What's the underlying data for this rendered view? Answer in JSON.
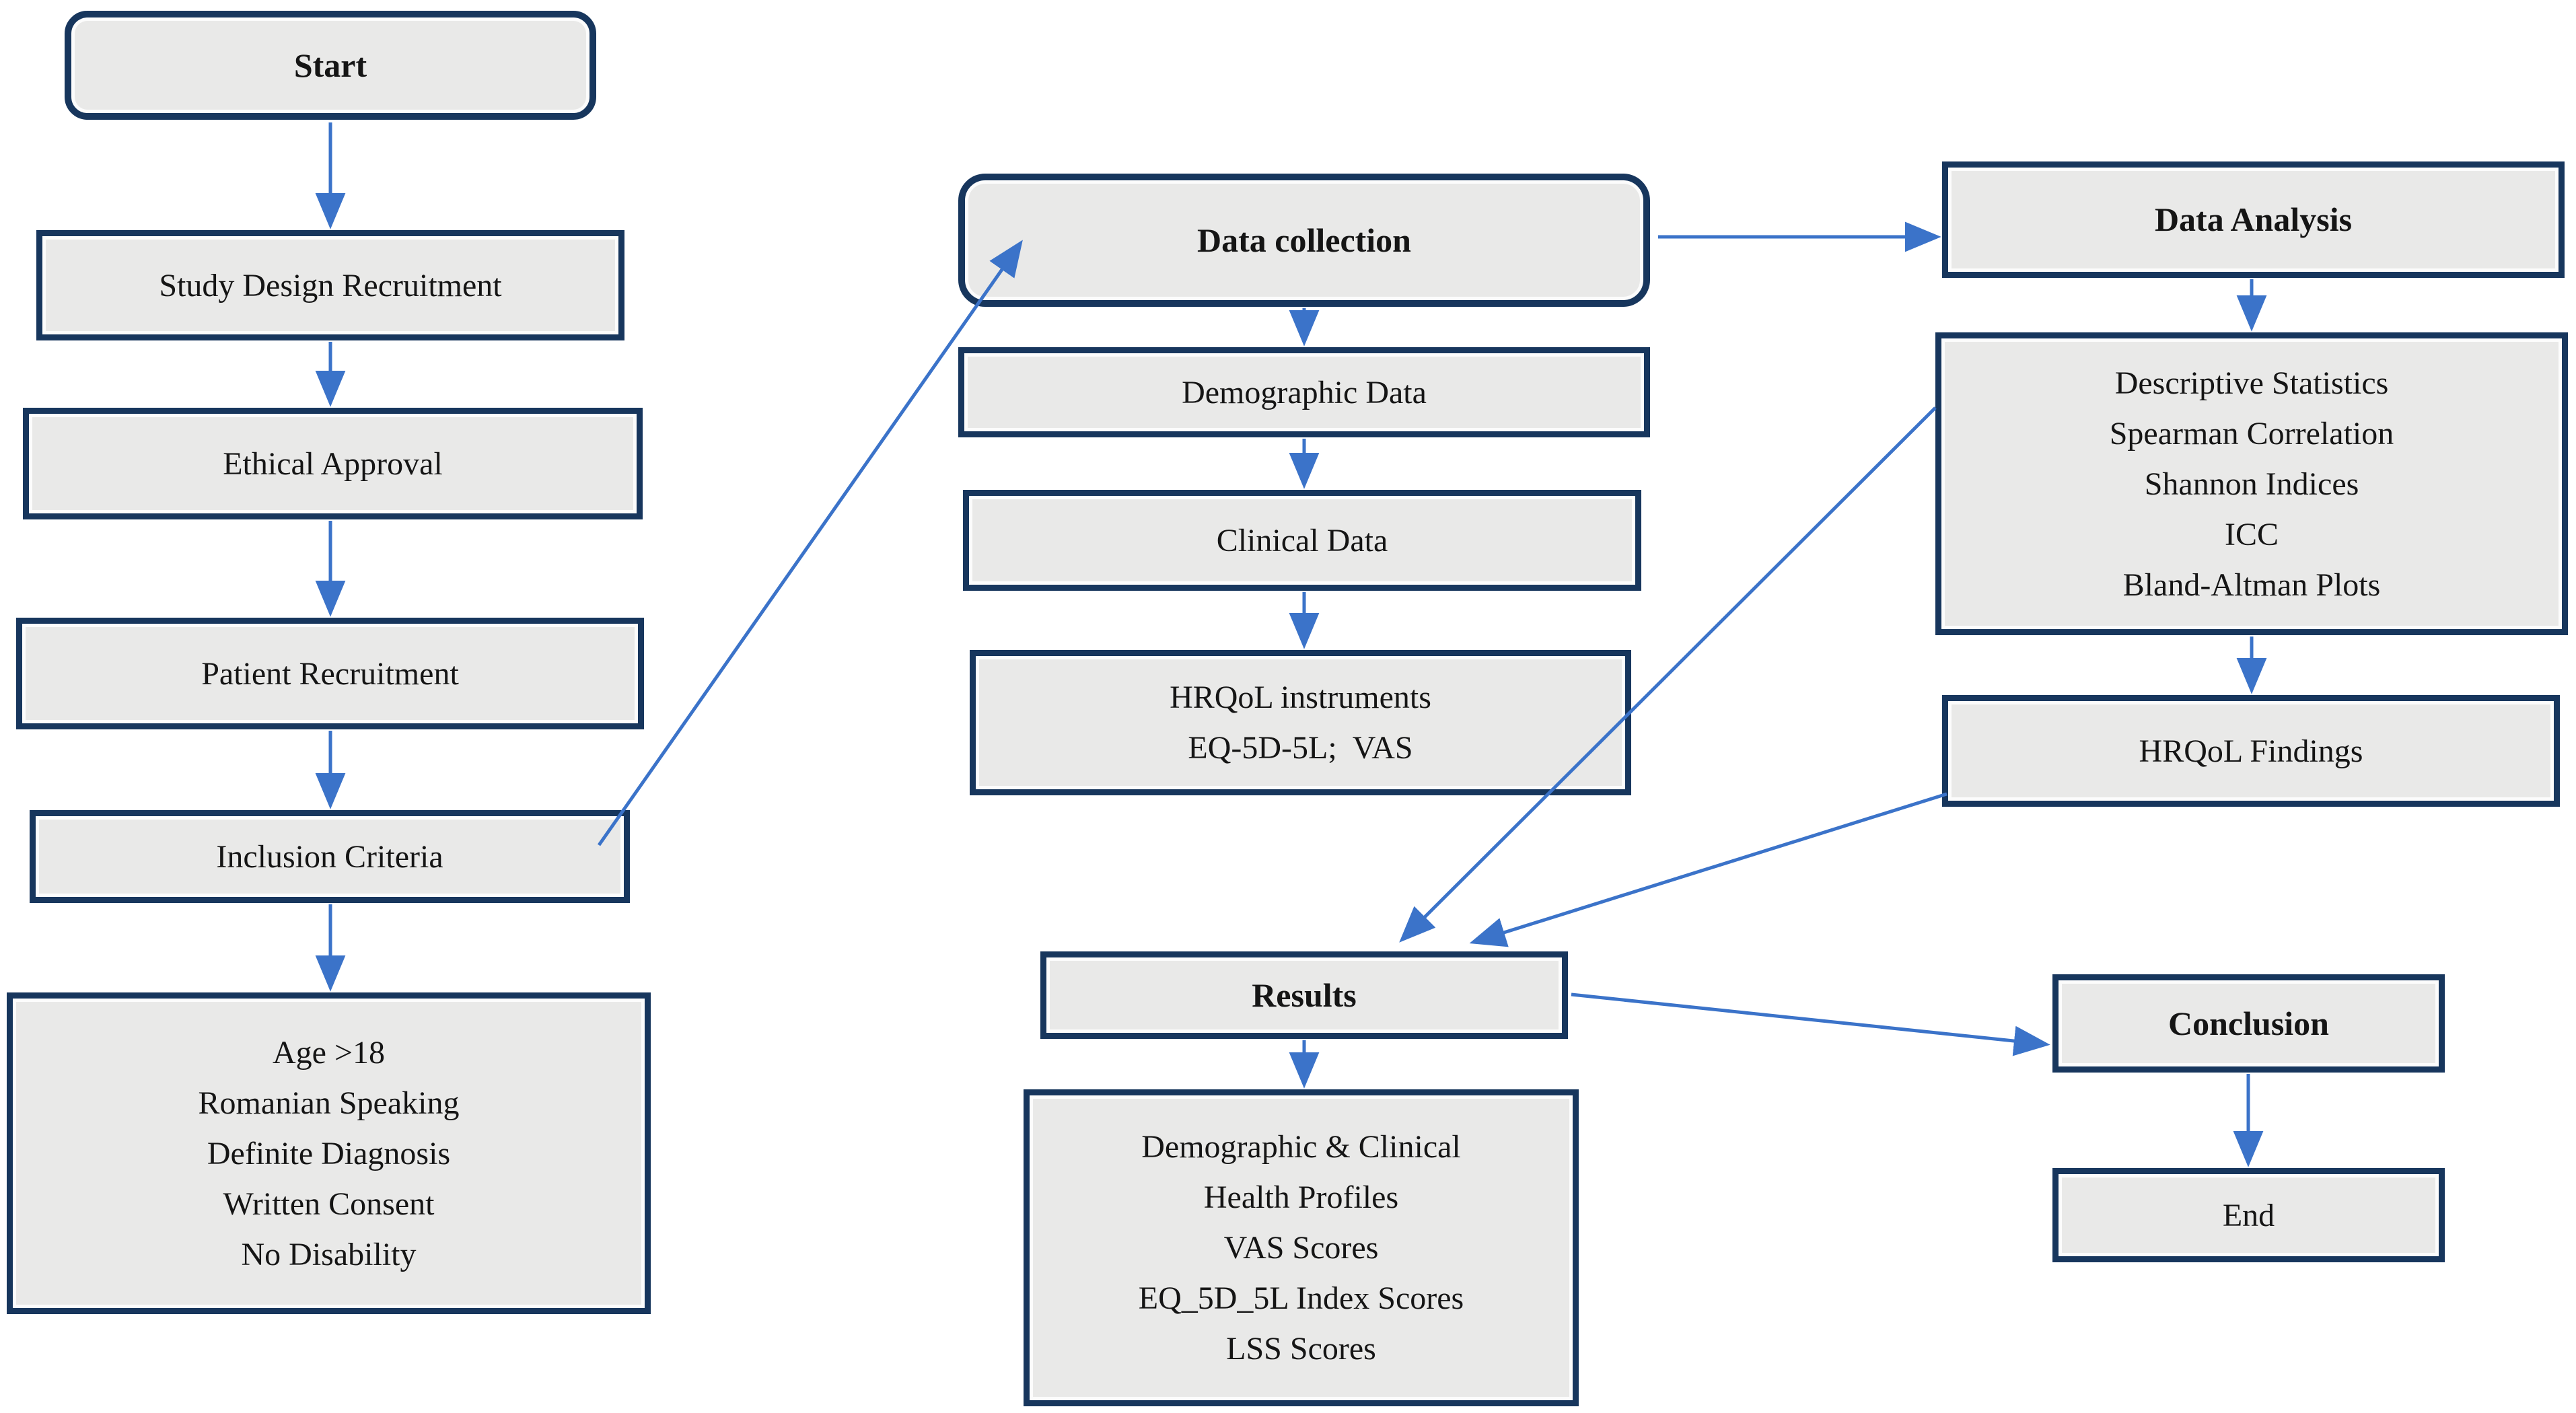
{
  "figure": {
    "type": "flowchart",
    "colors": {
      "box_fill": "#e9e9e8",
      "box_border": "#17365d",
      "arrow": "#3b73c9",
      "text": "#151515",
      "background": "#ffffff"
    }
  },
  "diagram": {
    "nodes": {
      "start": {
        "label": "Start"
      },
      "study_design": {
        "label": "Study Design Recruitment"
      },
      "ethical_approval": {
        "label": "Ethical Approval"
      },
      "patient_recruitment": {
        "label": "Patient Recruitment"
      },
      "inclusion_criteria": {
        "label": "Inclusion Criteria"
      },
      "inclusion_list": {
        "lines": [
          "Age >18",
          "Romanian Speaking",
          "Definite Diagnosis",
          "Written Consent",
          "No Disability"
        ]
      },
      "data_collection": {
        "label": "Data collection"
      },
      "demographic_data": {
        "label": "Demographic Data"
      },
      "clinical_data": {
        "label": "Clinical Data"
      },
      "hrqol_instruments": {
        "lines": [
          "HRQoL instruments",
          "EQ-5D-5L;  VAS"
        ]
      },
      "results": {
        "label": "Results"
      },
      "results_detail": {
        "lines": [
          "Demographic & Clinical",
          "Health Profiles",
          "VAS Scores",
          "EQ_5D_5L Index Scores",
          "LSS Scores"
        ]
      },
      "data_analysis": {
        "label": "Data Analysis"
      },
      "analysis_methods": {
        "lines": [
          "Descriptive Statistics",
          "Spearman Correlation",
          "Shannon Indices",
          "ICC",
          "Bland-Altman Plots"
        ]
      },
      "hrqol_findings": {
        "label": "HRQoL Findings"
      },
      "conclusion": {
        "label": "Conclusion"
      },
      "end": {
        "label": "End"
      }
    }
  }
}
